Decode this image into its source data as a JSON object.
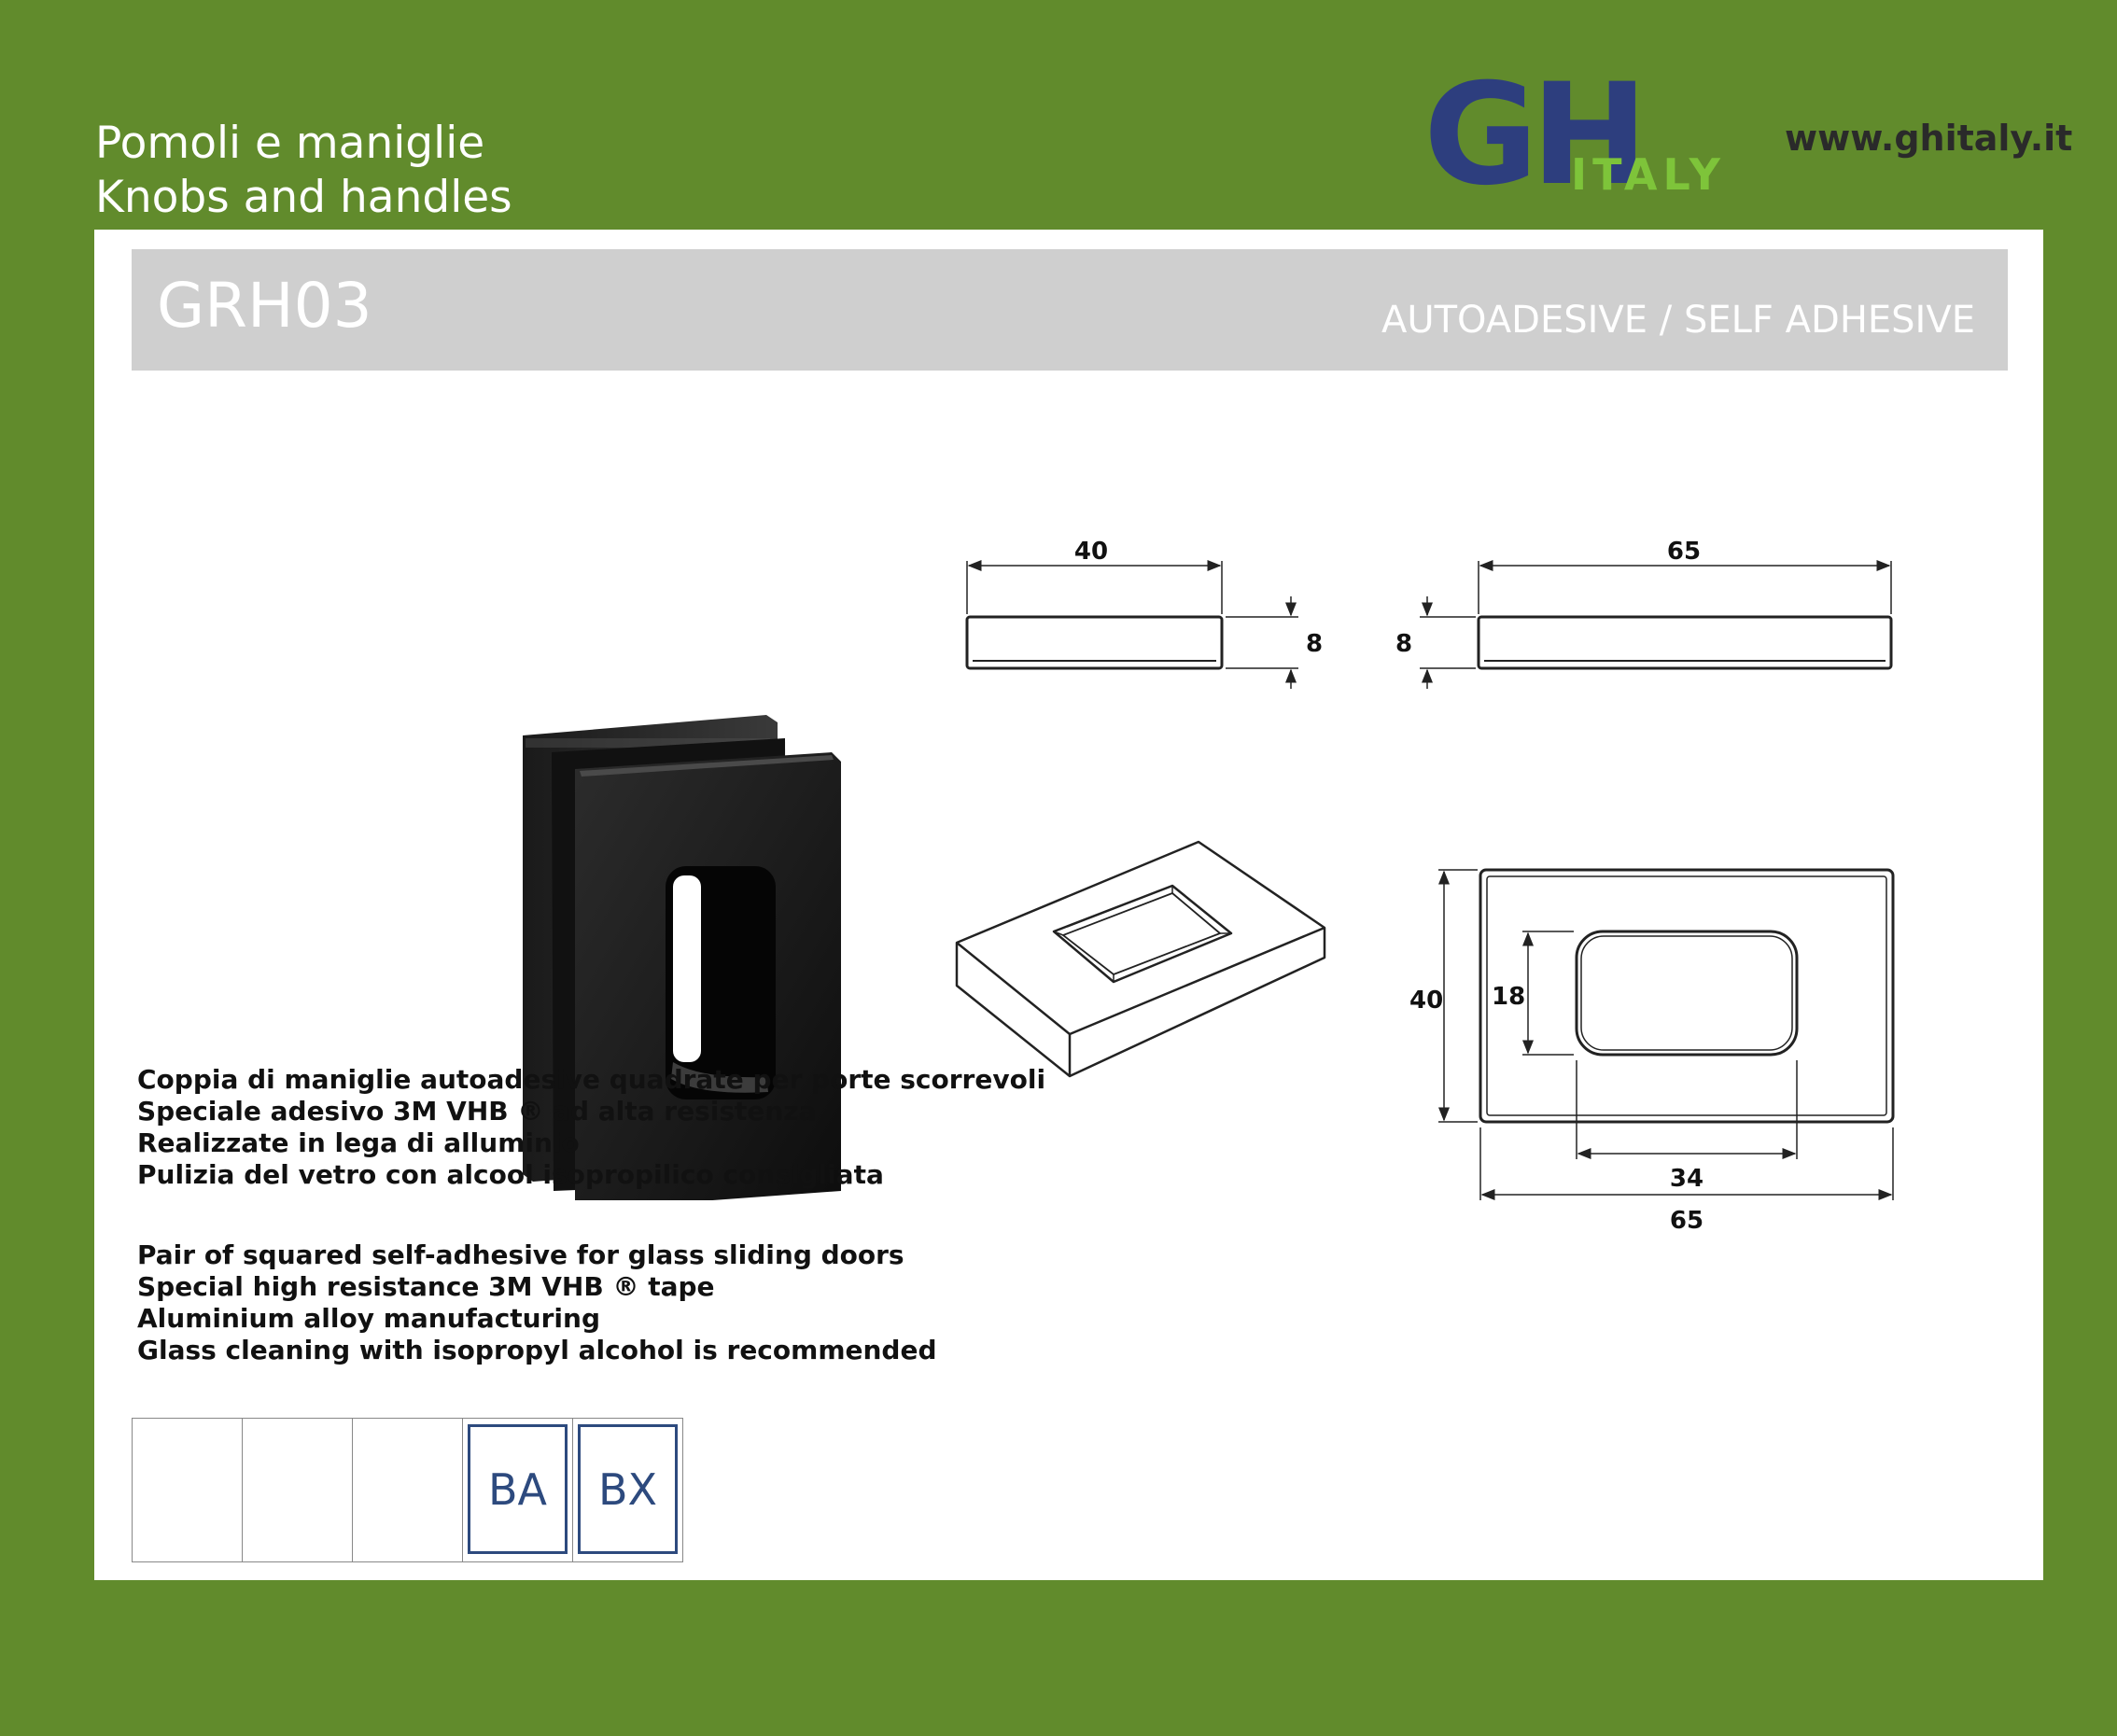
{
  "header": {
    "category_it": "Pomoli e maniglie",
    "category_en": "Knobs and handles",
    "website": "www.ghitaly.it"
  },
  "logo": {
    "text_gh": "GH",
    "text_italy": "ITALY",
    "color_primary": "#2d3e7e",
    "color_secondary": "#7ec43a"
  },
  "product": {
    "code": "GRH03",
    "type": "AUTOADESIVE / SELF ADHESIVE"
  },
  "dimensions": {
    "top_view_width": "40",
    "top_view_height": "8",
    "side_view_length": "65",
    "side_view_height": "8",
    "front_height": "40",
    "slot_height": "18",
    "slot_width": "34",
    "front_width": "65"
  },
  "description_it": [
    "Coppia di maniglie autoadesive quadrate per porte scorrevoli",
    "Speciale adesivo 3M VHB ® ad alta resistenza",
    "Realizzate in lega di alluminio",
    "Pulizia del vetro con alcool isopropilico consigliata"
  ],
  "description_en": [
    "Pair of squared self-adhesive for glass sliding doors",
    "Special high resistance 3M VHB ® tape",
    "Aluminium alloy manufacturing",
    "Glass cleaning with isopropyl alcohol is recommended"
  ],
  "finishes": [
    "",
    "",
    "",
    "BA",
    "BX"
  ],
  "colors": {
    "background": "#618b2c",
    "band": "#cfcfcf",
    "finish_border": "#2d4a7e"
  }
}
